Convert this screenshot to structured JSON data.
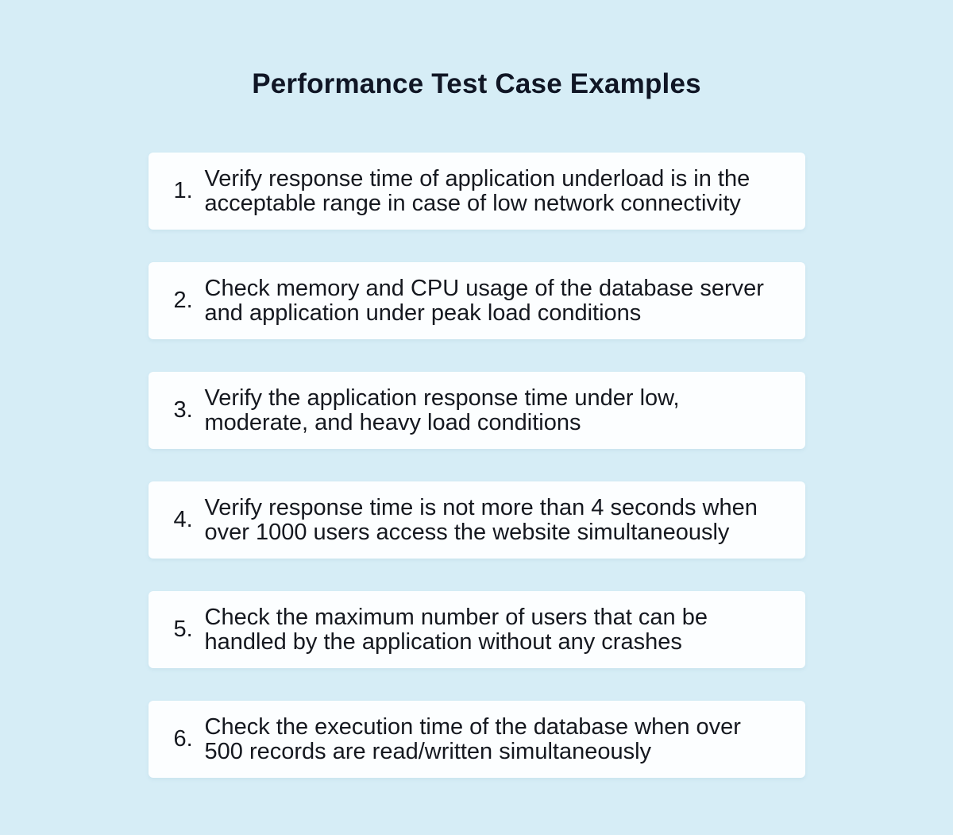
{
  "page": {
    "title": "Performance Test Case Examples"
  },
  "colors": {
    "background": "#d6edf6",
    "card": "#fcfeff",
    "title_text": "#101625",
    "body_text": "#15181f"
  },
  "test_cases": [
    {
      "number": "1.",
      "text": "Verify response time of application underload is in the acceptable range in case of low network connectivity"
    },
    {
      "number": "2.",
      "text": "Check memory and CPU usage of the database server and application under peak load conditions"
    },
    {
      "number": "3.",
      "text": "Verify the application response time under low, moderate, and heavy load conditions"
    },
    {
      "number": "4.",
      "text": "Verify response time is not more than 4 seconds when over 1000 users access the website simultaneously"
    },
    {
      "number": "5.",
      "text": "Check the maximum number of users that can be handled by the application without any crashes"
    },
    {
      "number": "6.",
      "text": "Check the execution time of the database when over 500 records are read/written simultaneously"
    }
  ]
}
